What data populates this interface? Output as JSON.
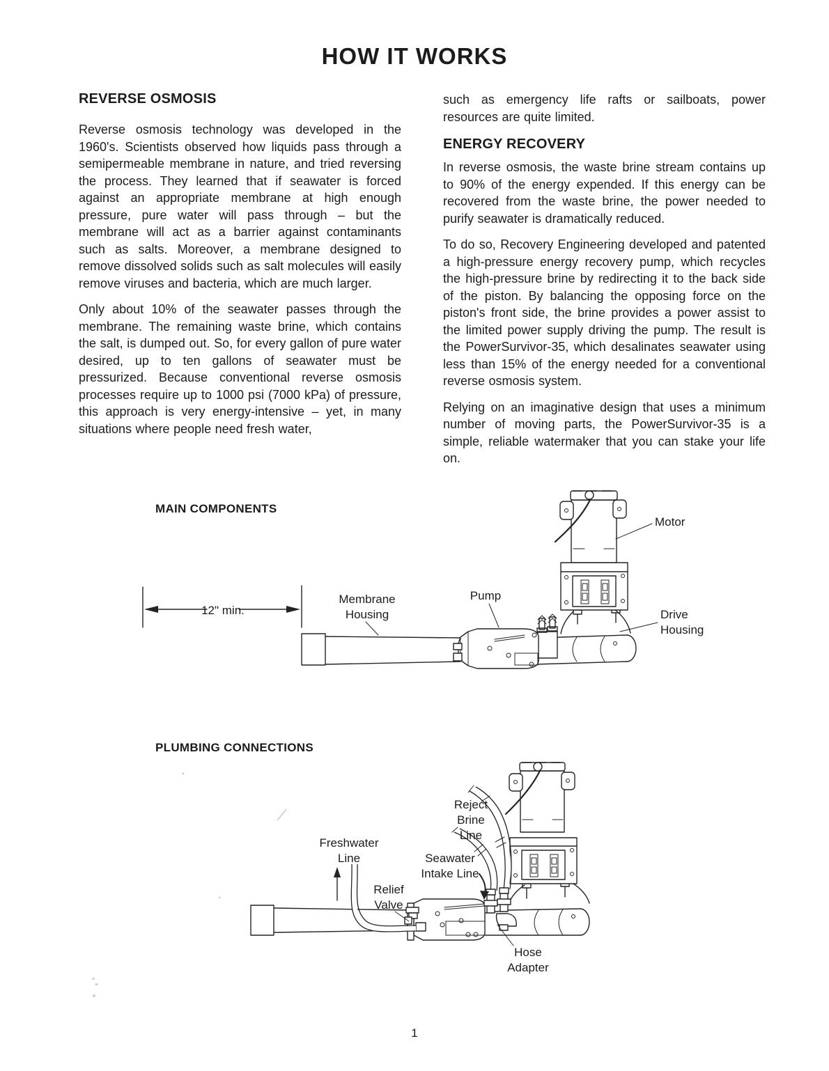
{
  "page": {
    "title": "HOW IT WORKS",
    "page_number": "1"
  },
  "sections": {
    "reverse_osmosis": {
      "heading": "REVERSE OSMOSIS",
      "para1": "Reverse osmosis technology was developed in the 1960's. Scientists observed how liquids pass through a semipermeable membrane in nature, and tried reversing the process. They learned that if seawater is forced against an appropriate membrane at high enough pressure, pure water will pass through – but the membrane will act as a barrier against contaminants such as salts. Moreover, a membrane designed to remove dissolved solids such as salt molecules will easily remove viruses and bacteria, which are much larger.",
      "para2": "Only about 10% of the seawater passes through the membrane. The remaining waste brine, which contains the salt, is dumped out. So, for every gallon of pure water desired, up to ten gallons of seawater must be pressurized. Because conventional reverse osmosis processes require up to 1000 psi (7000 kPa) of pressure, this approach is very energy-intensive – yet, in many situations where people need fresh water,"
    },
    "energy_recovery": {
      "continuation": "such as emergency life rafts or sailboats, power resources are quite limited.",
      "heading": "ENERGY RECOVERY",
      "para1": "In reverse osmosis, the waste brine stream contains up to 90% of the energy expended. If this energy can be recovered from the waste brine, the power needed to purify seawater is dramatically reduced.",
      "para2": "To do so, Recovery Engineering developed and patented a high-pressure energy recovery pump, which recycles the high-pressure brine by redirecting it to the back side of the piston. By balancing the opposing force on the piston's front side, the brine provides a power assist to the limited power supply driving the pump. The result is the PowerSurvivor-35, which desalinates seawater using less than 15% of the energy needed for a conventional reverse osmosis system.",
      "para3": "Relying on an imaginative design that uses a minimum number of moving parts, the PowerSurvivor-35 is a simple, reliable watermaker that you can stake your life on."
    }
  },
  "diagrams": {
    "main_components": {
      "heading": "MAIN COMPONENTS",
      "dimension": "12\" min.",
      "labels": {
        "membrane_housing": [
          "Membrane",
          "Housing"
        ],
        "pump": "Pump",
        "motor": "Motor",
        "drive_housing": [
          "Drive",
          "Housing"
        ]
      }
    },
    "plumbing_connections": {
      "heading": "PLUMBING CONNECTIONS",
      "labels": {
        "freshwater_line": [
          "Freshwater",
          "Line"
        ],
        "reject_brine_line": [
          "Reject",
          "Brine",
          "Line"
        ],
        "seawater_intake_line": [
          "Seawater",
          "Intake Line"
        ],
        "relief_valve": [
          "Relief",
          "Valve"
        ],
        "hose_adapter": [
          "Hose",
          "Adapter"
        ]
      }
    }
  }
}
